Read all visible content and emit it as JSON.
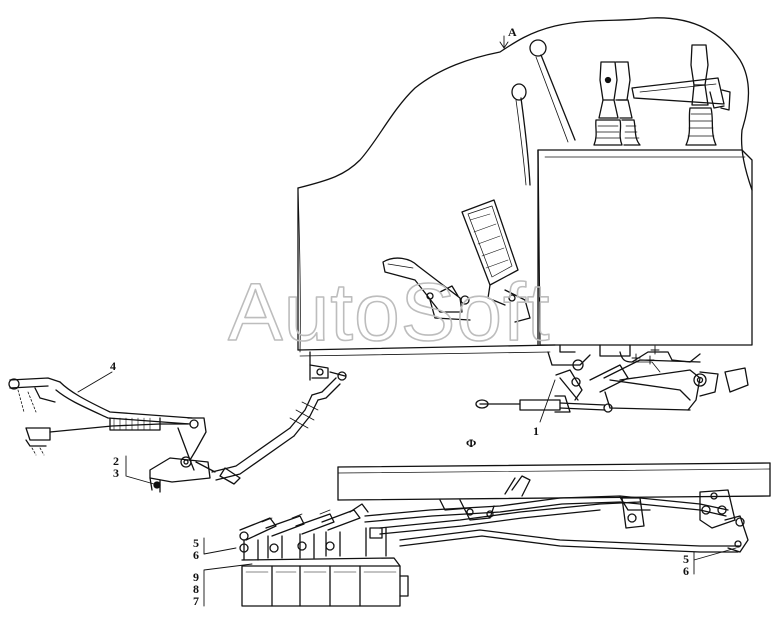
{
  "callouts": {
    "view_a": "A",
    "c1": "1",
    "c2": "2",
    "c3": "3",
    "c4": "4",
    "c5a": "5",
    "c6a": "6",
    "c5b": "5",
    "c6b": "6",
    "c9": "9",
    "c8": "8",
    "c7": "7",
    "phi": "Ф"
  },
  "watermark": "AutoSoft"
}
